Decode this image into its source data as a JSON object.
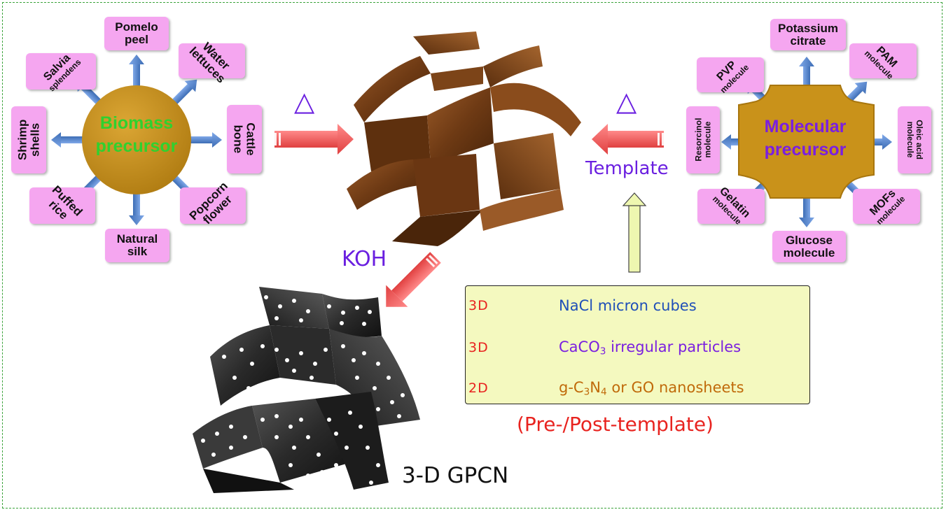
{
  "left_center": {
    "line1": "Biomass",
    "line2": "precursor"
  },
  "left_items": [
    {
      "line1": "Pomelo",
      "line2": "peel"
    },
    {
      "line1": "Water",
      "line2": "lettuces"
    },
    {
      "line1": "Cattle",
      "line2": "bone"
    },
    {
      "line1": "Popcorn",
      "line2": "flower"
    },
    {
      "line1": "Natural",
      "line2": "silk"
    },
    {
      "line1": "Puffed",
      "line2": "rice"
    },
    {
      "line1": "Shrimp",
      "line2": "shells"
    },
    {
      "line1": "Salvia",
      "line2": "splendens"
    }
  ],
  "right_center": {
    "line1": "Molecular",
    "line2": "precursor"
  },
  "right_items": [
    {
      "line1": "Potassium",
      "line2": "citrate"
    },
    {
      "line1": "PAM",
      "line2": "molecule"
    },
    {
      "line1": "Oleic acid",
      "line2": "molecule"
    },
    {
      "line1": "MOFs",
      "line2": "molecule"
    },
    {
      "line1": "Glucose",
      "line2": "molecule"
    },
    {
      "line1": "Gelatin",
      "line2": "molecule"
    },
    {
      "line1": "Resorcinol",
      "line2": "molecule"
    },
    {
      "line1": "PVP",
      "line2": "molecule"
    }
  ],
  "labels": {
    "heat_left": "△",
    "heat_right": "△",
    "template": "Template",
    "koh": "KOH",
    "product": "3-D GPCN",
    "pre_post": "(Pre-/Post-template)"
  },
  "templates": [
    {
      "dim": "3D",
      "pre": "NaCl micron cubes",
      "sub1": "",
      "mid": "",
      "sub2": "",
      "post": ""
    },
    {
      "dim": "3D",
      "pre": "CaCO",
      "sub1": "3",
      "mid": " irregular particles",
      "sub2": "",
      "post": ""
    },
    {
      "dim": "2D",
      "pre": "g-C",
      "sub1": "3",
      "mid": "N",
      "sub2": "4",
      "post": " or GO nanosheets"
    }
  ],
  "colors": {
    "biomass_text": "#2fd12f",
    "molecular_text": "#7a1fe0",
    "box_fill": "#f5a6f0",
    "center_fill": "#c9921a",
    "arrow_blue": "#4f81c9",
    "arrow_red": "#f05a5a",
    "nacl_text": "#1f4fb8",
    "caco3_text": "#7a1fe0",
    "gc3n4_text": "#c06a0a",
    "dim_text": "#e8231f"
  }
}
